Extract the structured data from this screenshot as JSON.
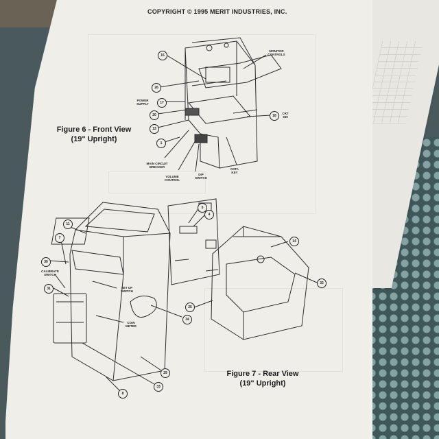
{
  "header": {
    "copyright": "COPYRIGHT © 1995 MERIT INDUSTRIES, INC."
  },
  "figure6": {
    "title": "Figure 6 - Front View",
    "subtitle": "(19\" Upright)"
  },
  "figure7": {
    "title": "Figure 7 - Rear View",
    "subtitle": "(19\" Upright)"
  },
  "fig6_labels": {
    "monitor_controls": "MONITOR CONTROLS",
    "power_supply": "POWER SUPPLY",
    "crt_360": "CRT 360",
    "main_circuit_breaker": "MAIN CIRCUIT BREAKER",
    "volume_control": "VOLUME CONTROL",
    "dip_switch": "DIP SWITCH",
    "data_key": "DATA KEY"
  },
  "fig6_callouts": [
    "15",
    "26",
    "17",
    "20",
    "13",
    "18",
    "1"
  ],
  "fig7_labels": {
    "calibrate_switch": "CALIBRATE SWITCH",
    "set_up_switch": "SET UP SWITCH",
    "coin_meter": "COIN METER"
  },
  "fig7_callouts": [
    "11",
    "7",
    "30",
    "31",
    "5",
    "4",
    "14",
    "32",
    "25",
    "34",
    "29",
    "33",
    "8"
  ]
}
